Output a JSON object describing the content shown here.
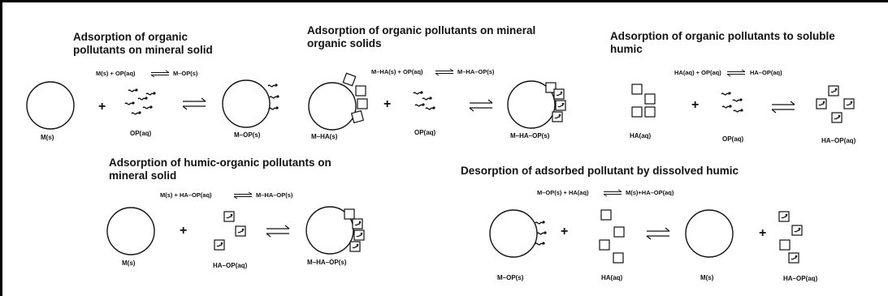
{
  "panels": {
    "p1": {
      "title_line1": "Adsorption of organic",
      "title_line2": "pollutants on mineral solid",
      "eq_left": "M(s) + OP(aq)",
      "eq_right": "M–OP(s)",
      "label_mineral": "M(s)",
      "label_op": "OP(aq)",
      "label_product": "M–OP(s)"
    },
    "p2": {
      "title_line1": "Adsorption of organic pollutants on mineral",
      "title_line2": "organic solids",
      "eq_left": "M–HA(s) + OP(aq)",
      "eq_right": "M–HA–OP(s)",
      "label_mineral": "M–HA(s)",
      "label_op": "OP(aq)",
      "label_product": "M–HA–OP(s)"
    },
    "p3": {
      "title_line1": "Adsorption of organic pollutants to soluble",
      "title_line2": "humic",
      "eq_left": "HA(aq) + OP(aq)",
      "eq_right": "HA–OP(aq)",
      "label_ha": "HA(aq)",
      "label_op": "OP(aq)",
      "label_product": "HA–OP(aq)"
    },
    "p4": {
      "title_line1": "Adsorption of humic-organic pollutants on",
      "title_line2": "mineral solid",
      "eq_left": "M(s) + HA–OP(aq)",
      "eq_right": "M–HA–OP(s)",
      "label_mineral": "M(s)",
      "label_haop": "HA–OP(aq)",
      "label_product": "M–HA–OP(s)"
    },
    "p5": {
      "title": "Desorption of adsorbed pollutant by dissolved humic",
      "eq_left": "M–OP(s) + HA(aq)",
      "eq_right": "M(s)+HA–OP(aq)",
      "label_reactant": "M–OP(s)",
      "label_ha": "HA(aq)",
      "label_mineral": "M(s)",
      "label_product": "HA–OP(aq)"
    }
  },
  "symbols": {
    "plus": "+"
  }
}
